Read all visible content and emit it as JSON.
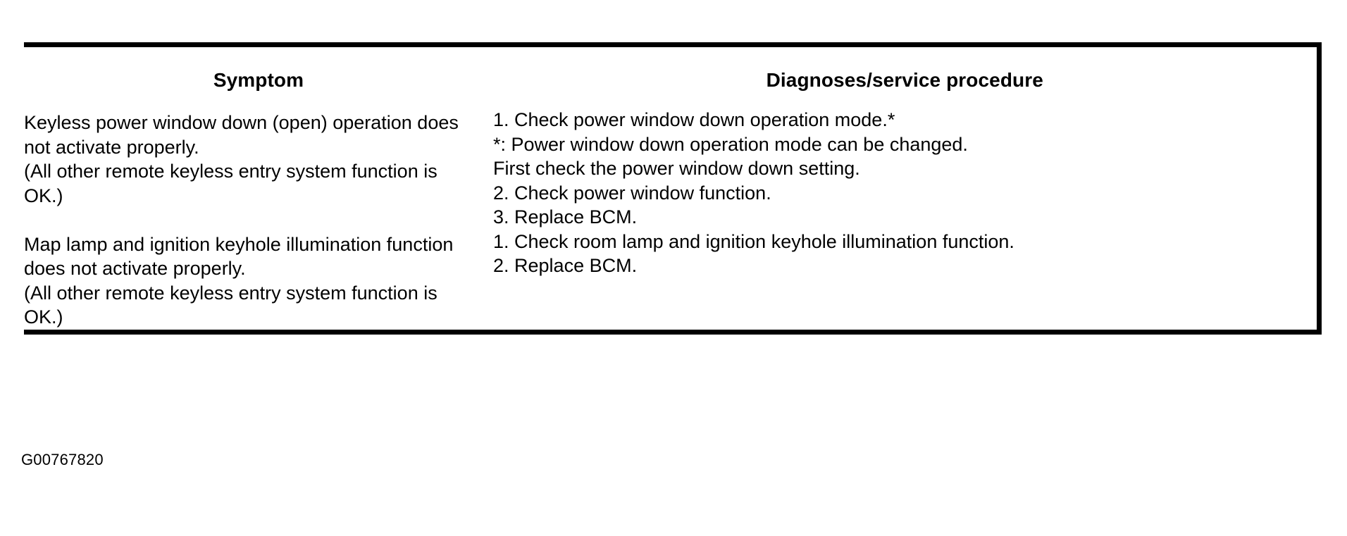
{
  "document": {
    "caption": "G00767820"
  },
  "table": {
    "headers": {
      "symptom": "Symptom",
      "procedure": "Diagnoses/service procedure"
    },
    "rows": [
      {
        "symptom_lines": [
          "Keyless power window down (open) operation does",
          "not activate properly.",
          "(All other remote keyless entry system function is",
          "OK.)"
        ],
        "procedures": [
          {
            "lines": [
              "1. Check power window down operation mode.*",
              "*: Power window down operation mode can be changed.",
              "First check the power window down setting."
            ]
          },
          {
            "lines": [
              "2. Check power window function."
            ]
          },
          {
            "lines": [
              "3. Replace BCM."
            ]
          }
        ]
      },
      {
        "symptom_lines": [
          "Map lamp and ignition keyhole illumination function",
          "does not activate properly.",
          "(All other remote keyless entry system function is",
          "OK.)"
        ],
        "procedures": [
          {
            "lines": [
              "1. Check room lamp and ignition keyhole illumination function."
            ]
          },
          {
            "lines": [
              "2. Replace BCM."
            ]
          }
        ]
      }
    ]
  },
  "colors": {
    "ink": "#000000",
    "paper": "#ffffff"
  }
}
